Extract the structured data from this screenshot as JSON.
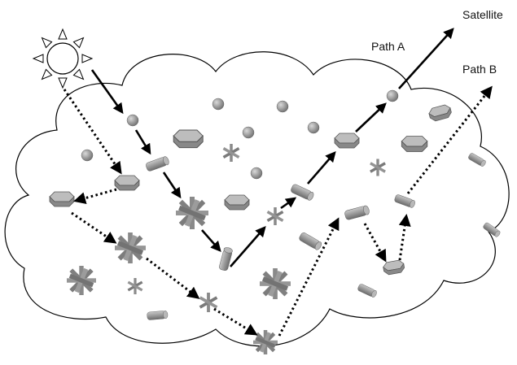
{
  "labels": {
    "satellite": "Satellite",
    "path_a": "Path A",
    "path_b": "Path B"
  },
  "colors": {
    "cloud_fill": "#ffffff",
    "cloud_stroke": "#000000",
    "particle_gray": "#8a8a8a",
    "arrow": "#000000",
    "sun_stroke": "#000000"
  },
  "icons": {
    "sun": "sun-icon",
    "cloud": "cloud-shape",
    "particles": [
      "sphere-droplet",
      "hexagonal-plate",
      "column-crystal",
      "bullet-rosette",
      "small-crystal"
    ]
  }
}
